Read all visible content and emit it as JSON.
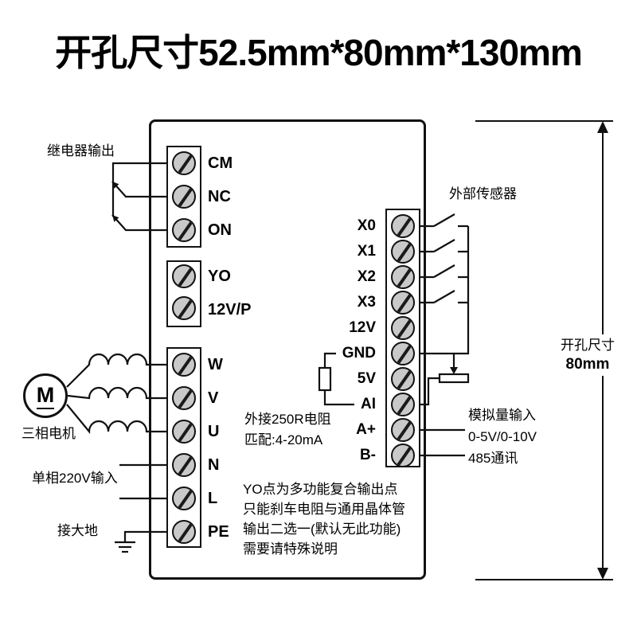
{
  "title": "开孔尺寸52.5mm*80mm*130mm",
  "board": {
    "relay_block": [
      "CM",
      "NC",
      "ON"
    ],
    "yo_block": [
      "YO",
      "12V/P"
    ],
    "power_block": [
      "W",
      "V",
      "U",
      "N",
      "L",
      "PE"
    ],
    "io_block": [
      "X0",
      "X1",
      "X2",
      "X3",
      "12V",
      "GND",
      "5V",
      "AI",
      "A+",
      "B-"
    ]
  },
  "annotations": {
    "relay_output": "继电器输出",
    "external_sensor": "外部传感器",
    "motor_letter": "M",
    "motor_label": "三相电机",
    "mains_label": "单相220V输入",
    "earth_label": "接大地",
    "resistor_note": [
      "外接250R电阻",
      "匹配:4-20mA"
    ],
    "yo_note": [
      "YO点为多功能复合输出点",
      "只能刹车电阻与通用晶体管",
      "输出二选一(默认无此功能)",
      "需要请特殊说明"
    ],
    "analog_note": [
      "模拟量输入",
      "0-5V/0-10V",
      "485通讯"
    ],
    "dimension_label": "开孔尺寸",
    "dimension_value": "80mm"
  },
  "colors": {
    "line": "#111111",
    "screw_fill": "#c9c9c9",
    "background": "#ffffff"
  }
}
